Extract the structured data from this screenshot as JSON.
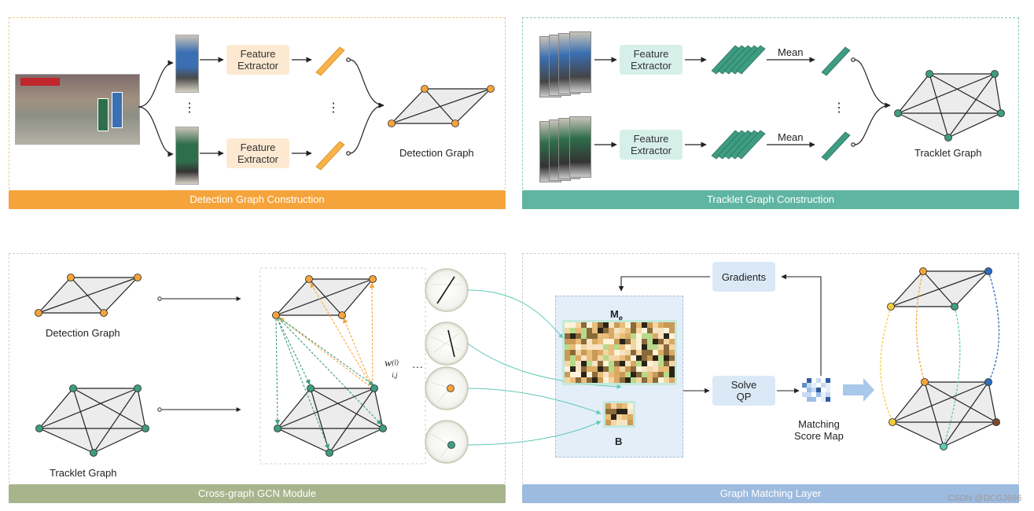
{
  "panels": {
    "detection": {
      "banner": "Detection Graph Construction",
      "color": "#f5a43b"
    },
    "tracklet": {
      "banner": "Tracklet Graph Construction",
      "color": "#5fb5a1"
    },
    "gcn": {
      "banner": "Cross-graph GCN Module",
      "color": "#a8b48c"
    },
    "matching": {
      "banner": "Graph Matching Layer",
      "color": "#9dbbdf"
    }
  },
  "labels": {
    "feature_extractor_line1": "Feature",
    "feature_extractor_line2": "Extractor",
    "mean": "Mean",
    "detection_graph": "Detection Graph",
    "tracklet_graph": "Tracklet Graph",
    "gradients": "Gradients",
    "solve_qp_line1": "Solve",
    "solve_qp_line2": "QP",
    "matching_score_line1": "Matching",
    "matching_score_line2": "Score Map",
    "me": "M",
    "me_sub": "e",
    "b": "B",
    "weight": "w",
    "weight_sup": "(l)",
    "weight_sub": "i,j",
    "ellipsis": "···",
    "vdots": "⋮"
  },
  "colors": {
    "orange_node": "#f5a43b",
    "teal_node": "#3e9c81",
    "blue_node": "#2f6fc0",
    "yellow_node": "#f2cc3c",
    "brown_node": "#7a4a2a",
    "graph_fill": "#ececec"
  },
  "watermark": "CSDN @DCGJ666"
}
